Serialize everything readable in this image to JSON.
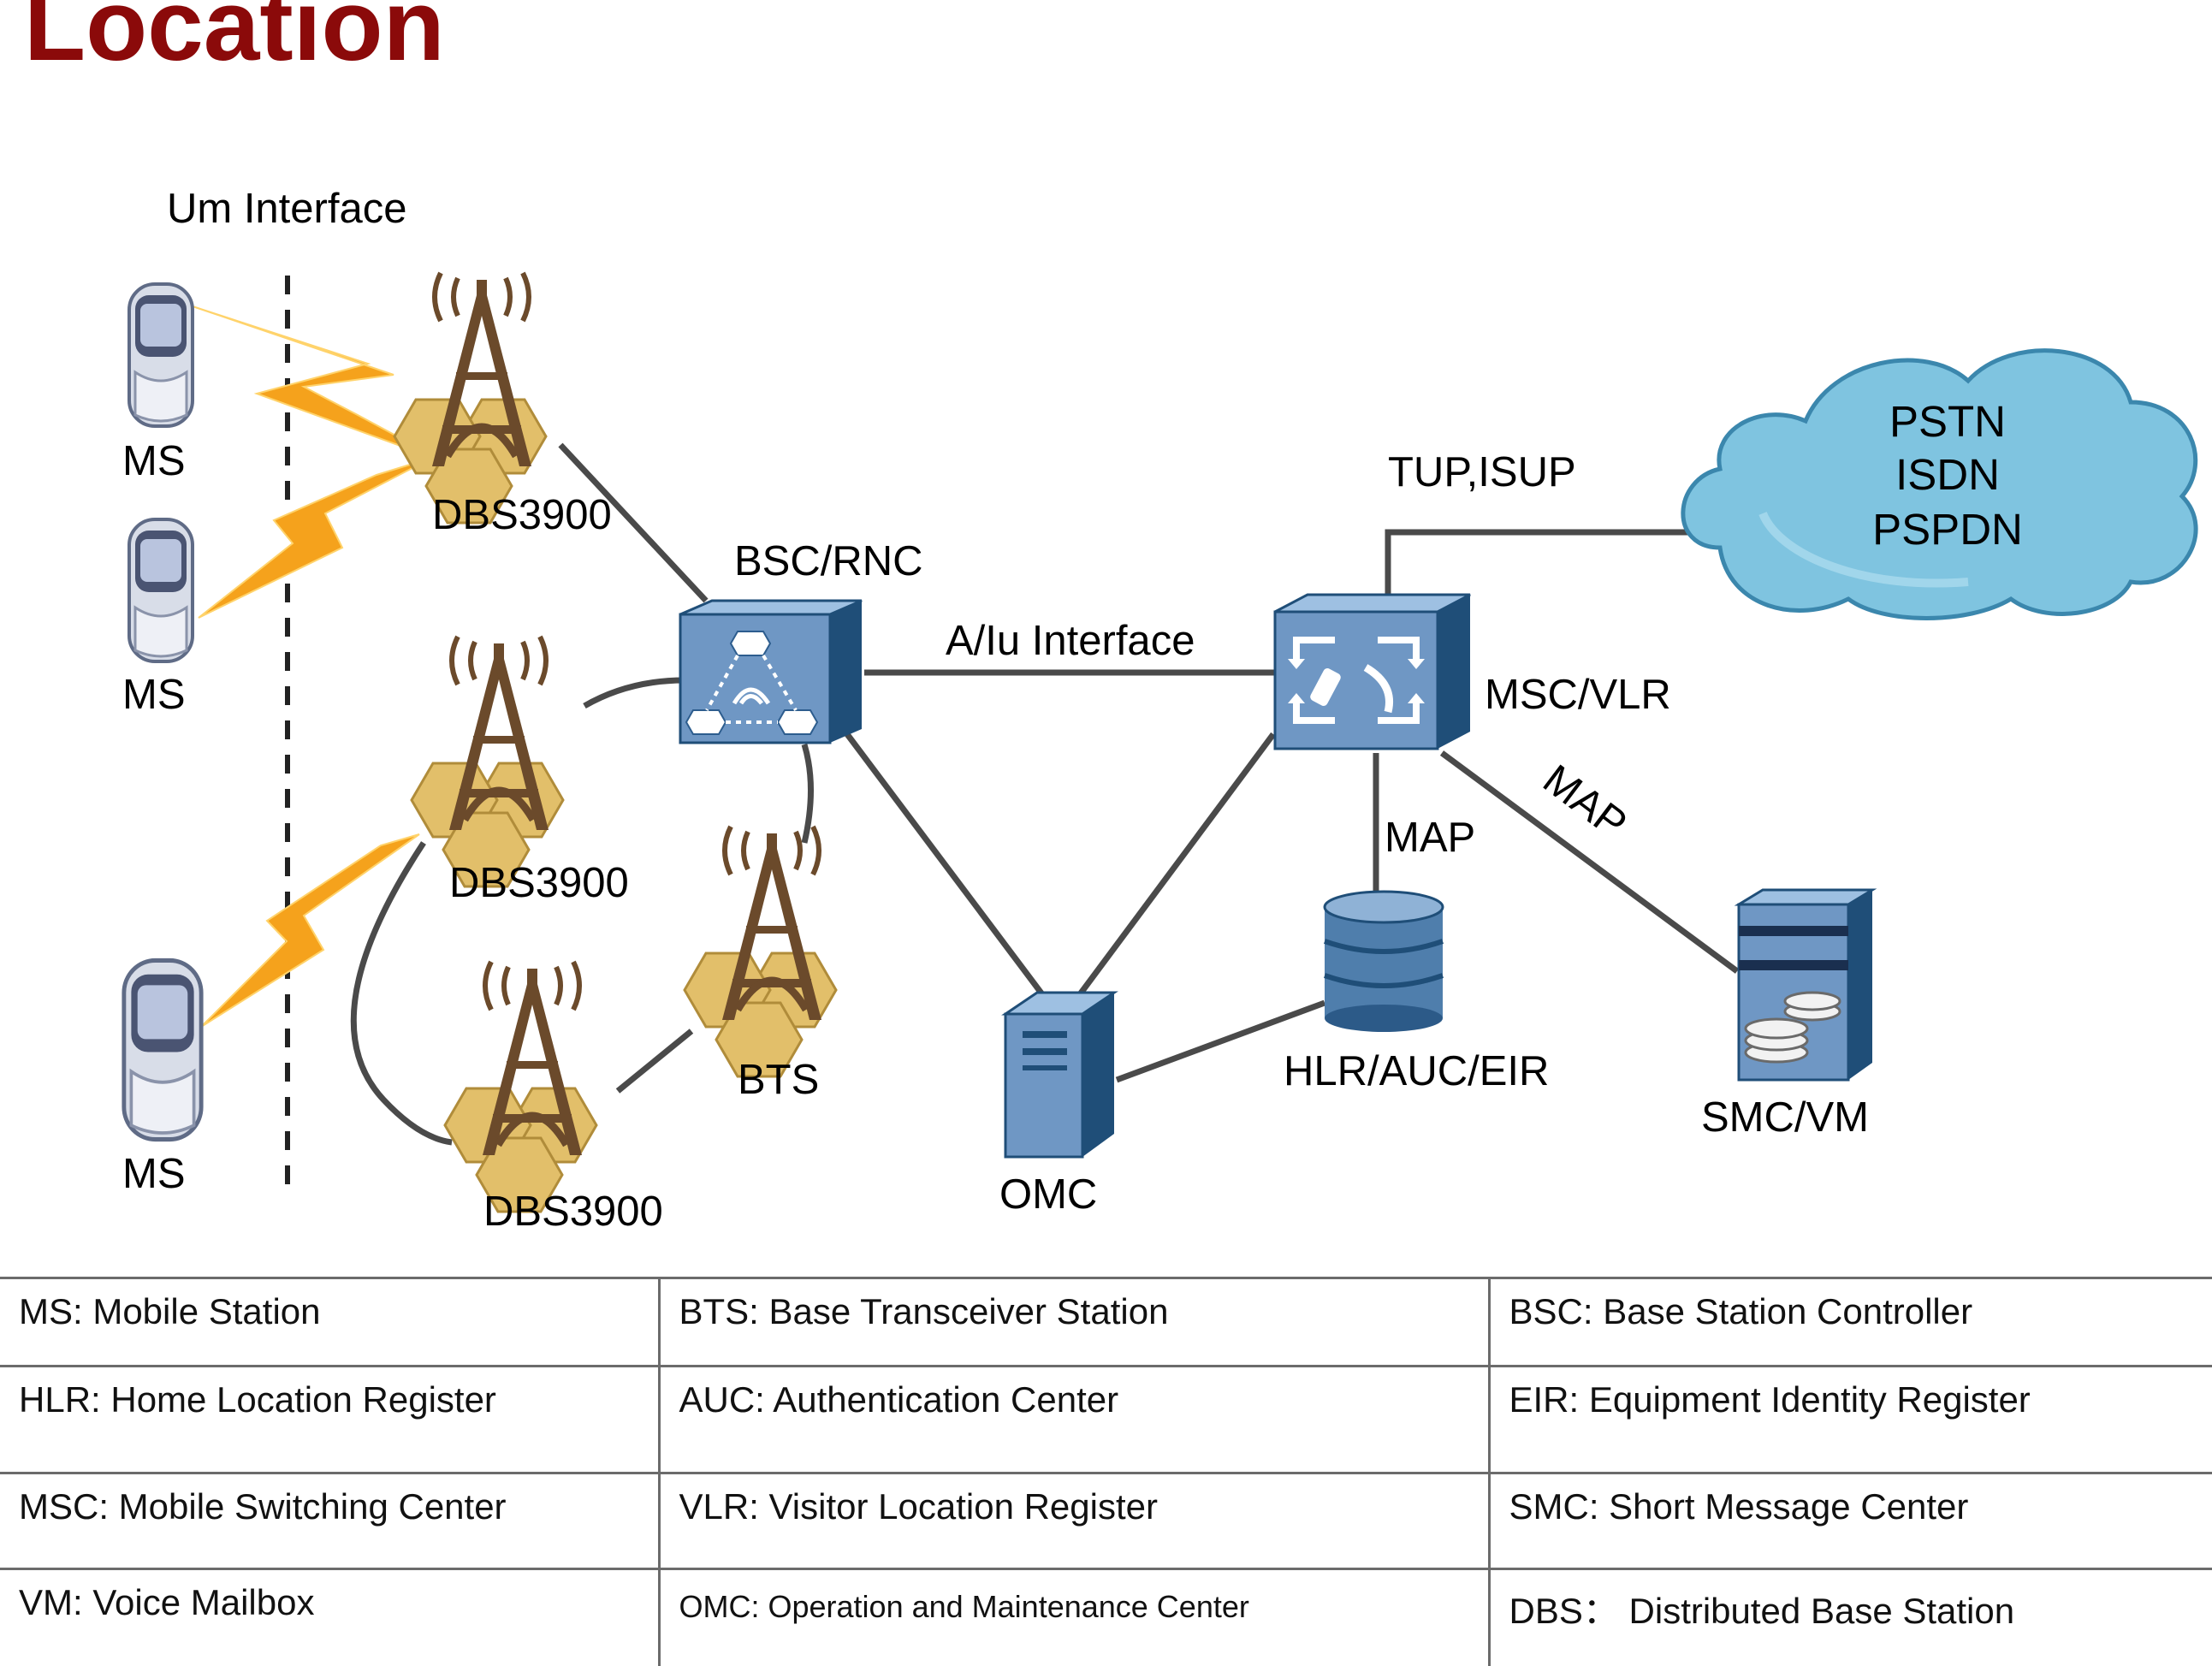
{
  "title": "Location",
  "diagram": {
    "labels": {
      "um_interface": "Um Interface",
      "ms1": "MS",
      "ms2": "MS",
      "ms3": "MS",
      "dbs1": "DBS3900",
      "dbs2": "DBS3900",
      "dbs3": "DBS3900",
      "bts": "BTS",
      "bsc_rnc": "BSC/RNC",
      "a_iu_interface": "A/Iu Interface",
      "omc": "OMC",
      "msc_vlr": "MSC/VLR",
      "tup_isup": "TUP,ISUP",
      "map_vertical": "MAP",
      "map_diagonal": "MAP",
      "hlr_auc_eir": "HLR/AUC/EIR",
      "smc_vm": "SMC/VM"
    },
    "cloud_lines": [
      "PSTN",
      "ISDN",
      "PSPDN"
    ],
    "icons": {
      "mobile_phone": "mobile-phone-icon",
      "tower": "antenna-tower-icon",
      "bsc": "bsc-rnc-switch-icon",
      "msc": "msc-switch-icon",
      "database": "database-icon",
      "server": "server-icon",
      "cloud": "cloud-icon",
      "lightning": "radio-link-icon"
    },
    "colors": {
      "title": "#8b0a0a",
      "device_blue": "#6f97c4",
      "device_dark": "#1f4e78",
      "tower_brown": "#6b4a2b",
      "hex_gold": "#e2bf6a",
      "lightning_orange": "#f5a21c",
      "cloud_blue": "#7fc4e0",
      "link_gray": "#4a4a4a"
    }
  },
  "legend": {
    "rows": [
      [
        "MS: Mobile Station",
        "BTS: Base Transceiver Station",
        "BSC: Base Station Controller"
      ],
      [
        "HLR: Home Location Register",
        "AUC: Authentication Center",
        "EIR: Equipment Identity Register"
      ],
      [
        "MSC: Mobile Switching Center",
        "VLR: Visitor Location Register",
        "SMC: Short  Message Center"
      ],
      [
        "VM: Voice Mailbox",
        "OMC: Operation and Maintenance Center",
        "DBS： Distributed Base Station"
      ]
    ]
  }
}
